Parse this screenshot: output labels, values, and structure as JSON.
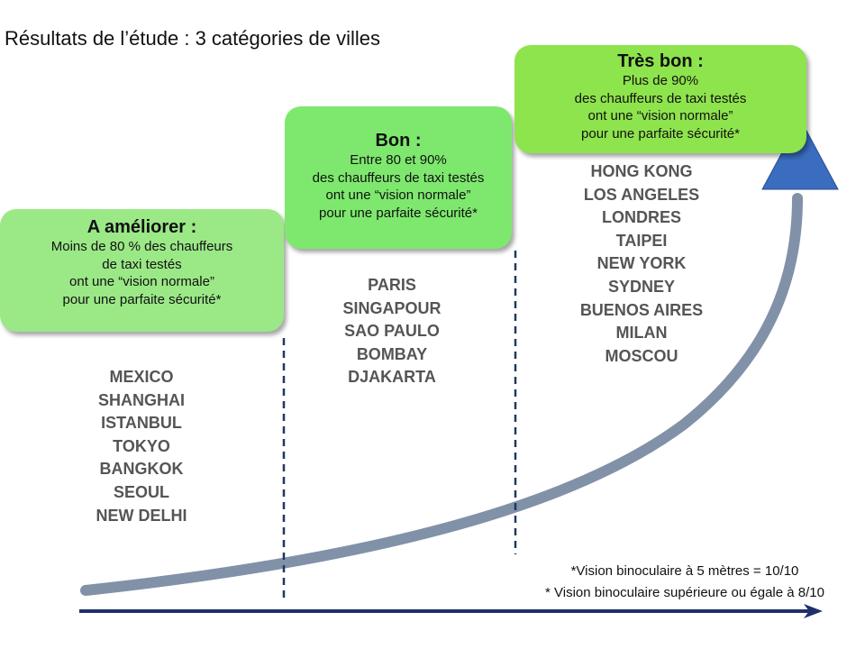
{
  "title": "Résultats de l’étude : 3 catégories de villes",
  "categories": [
    {
      "heading": "A améliorer :",
      "lines": [
        "Moins de 80 % des chauffeurs",
        "de taxi testés",
        "ont une “vision normale”",
        "pour une parfaite sécurité*"
      ],
      "cities": [
        "MEXICO",
        "SHANGHAI",
        "ISTANBUL",
        "TOKYO",
        "BANGKOK",
        "SEOUL",
        "NEW DELHI"
      ]
    },
    {
      "heading": "Bon :",
      "lines": [
        "Entre 80 et 90%",
        "des chauffeurs de taxi testés",
        "ont une “vision normale”",
        "pour une parfaite sécurité*"
      ],
      "cities": [
        "PARIS",
        "SINGAPOUR",
        "SAO PAULO",
        "BOMBAY",
        "DJAKARTA"
      ]
    },
    {
      "heading": "Très bon :",
      "lines": [
        "Plus de 90%",
        "des chauffeurs de taxi testés",
        "ont une “vision normale”",
        "pour une parfaite sécurité*"
      ],
      "cities": [
        "HONG KONG",
        "LOS ANGELES",
        "LONDRES",
        "TAIPEI",
        "NEW YORK",
        "SYDNEY",
        "BUENOS AIRES",
        "MILAN",
        "MOSCOU"
      ]
    }
  ],
  "footnotes": [
    "*Vision binoculaire à 5 mètres = 10/10",
    "* Vision binoculaire supérieure ou égale à 8/10"
  ],
  "colors": {
    "curve": "#8191a8",
    "triangle": "#3a6cbf",
    "navy": "#1f2f6b"
  }
}
